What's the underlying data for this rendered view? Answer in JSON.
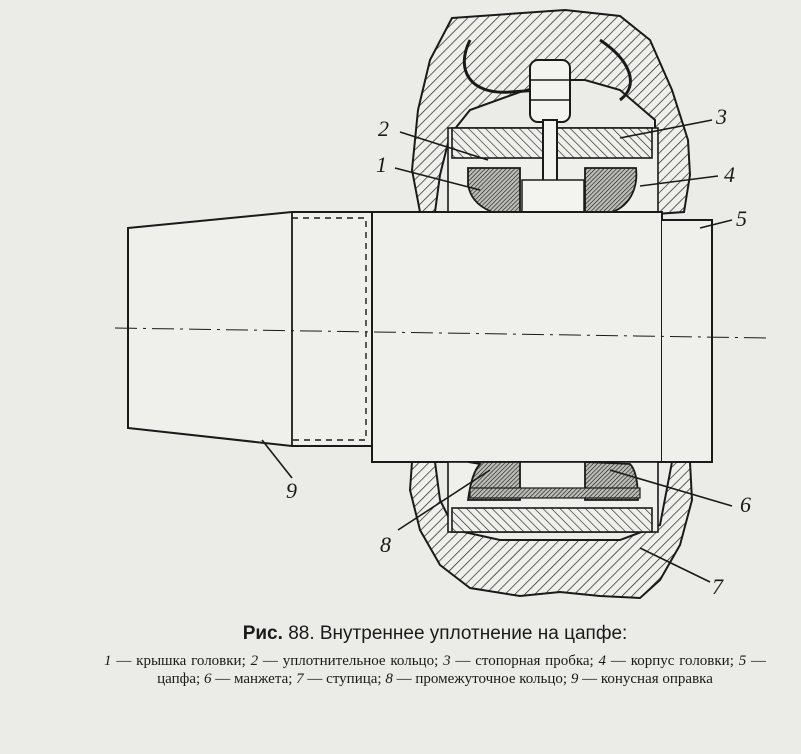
{
  "figure": {
    "callouts": [
      {
        "id": "c2",
        "text": "2"
      },
      {
        "id": "c1",
        "text": "1"
      },
      {
        "id": "c3",
        "text": "3"
      },
      {
        "id": "c4",
        "text": "4"
      },
      {
        "id": "c5",
        "text": "5"
      },
      {
        "id": "c9",
        "text": "9"
      },
      {
        "id": "c8",
        "text": "8"
      },
      {
        "id": "c6",
        "text": "6"
      },
      {
        "id": "c7",
        "text": "7"
      }
    ]
  },
  "caption": {
    "prefix": "Рис.",
    "number": "88",
    "title": ". Внутреннее уплотнение на цапфе:",
    "legend": [
      {
        "num": "1",
        "text": " — крышка головки; "
      },
      {
        "num": "2",
        "text": " — уплотнительное кольцо; "
      },
      {
        "num": "3",
        "text": " — стопорная пробка; "
      },
      {
        "num": "4",
        "text": " — корпус головки; "
      },
      {
        "num": "5",
        "text": " — цапфа; "
      },
      {
        "num": "6",
        "text": " — манжета; "
      },
      {
        "num": "7",
        "text": " — ступица; "
      },
      {
        "num": "8",
        "text": " — промежуточное кольцо; "
      },
      {
        "num": "9",
        "text": " — конусная оправка"
      }
    ]
  }
}
